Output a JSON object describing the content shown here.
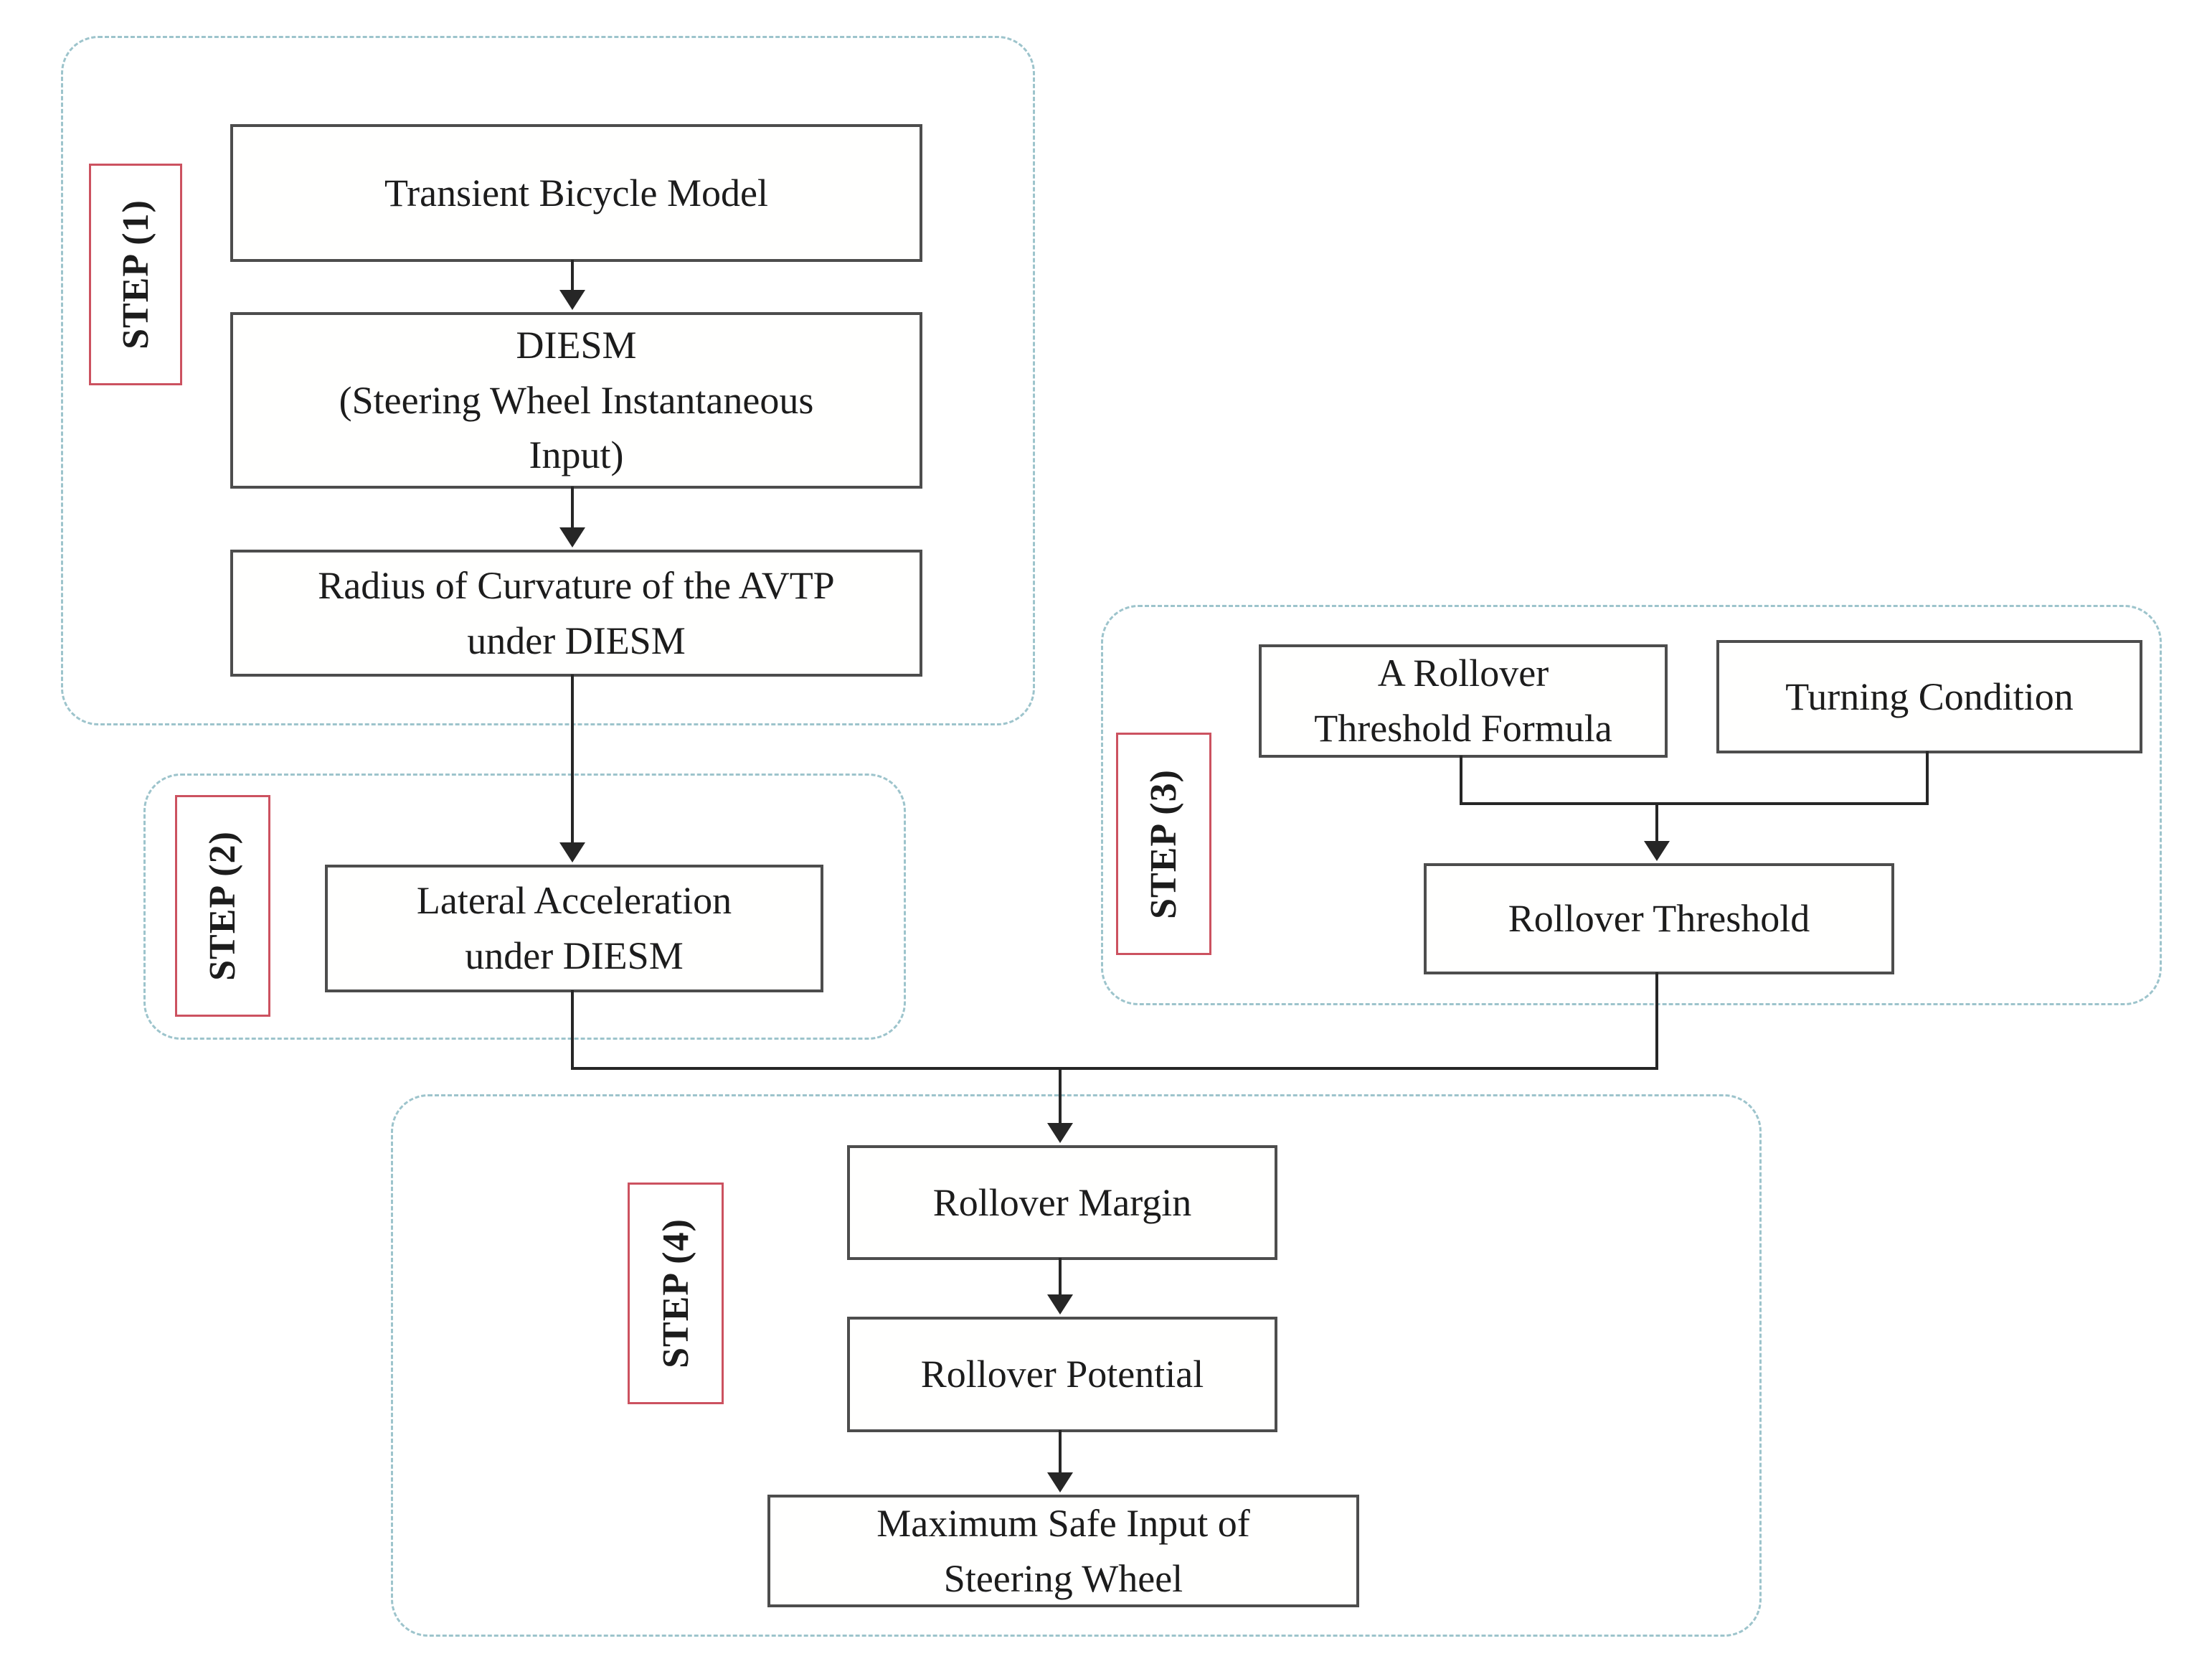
{
  "colors": {
    "accent": "#cc5260",
    "dash": "#9dc4cc",
    "box_border": "#4d4d4d",
    "text": "#1c1c1c",
    "line": "#262626",
    "bg": "#ffffff"
  },
  "steps": [
    {
      "label": "STEP (1)"
    },
    {
      "label": "STEP (2)"
    },
    {
      "label": "STEP (3)"
    },
    {
      "label": "STEP (4)"
    }
  ],
  "nodes": {
    "transient": "Transient Bicycle Model",
    "diesm": "DIESM\n(Steering Wheel Instantaneous\nInput)",
    "radius": "Radius of Curvature of the AVTP\nunder DIESM",
    "lateral": "Lateral Acceleration\nunder DIESM",
    "formula": "A Rollover\nThreshold Formula",
    "turning": "Turning Condition",
    "threshold": "Rollover Threshold",
    "margin": "Rollover Margin",
    "potential": "Rollover Potential",
    "maximum": "Maximum Safe Input of\nSteering Wheel"
  },
  "flow": [
    "Transient Bicycle Model -> DIESM (Steering Wheel Instantaneous Input)",
    "DIESM -> Radius of Curvature of the AVTP under DIESM",
    "Radius of Curvature of the AVTP under DIESM -> Lateral Acceleration under DIESM",
    "A Rollover Threshold Formula + Turning Condition -> Rollover Threshold",
    "Lateral Acceleration under DIESM + Rollover Threshold -> Rollover Margin",
    "Rollover Margin -> Rollover Potential",
    "Rollover Potential -> Maximum Safe Input of Steering Wheel"
  ]
}
